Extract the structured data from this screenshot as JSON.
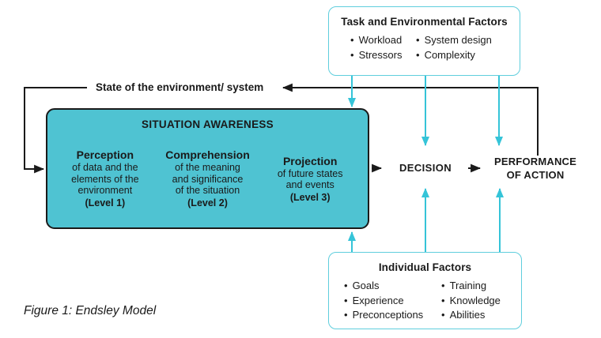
{
  "colors": {
    "bg": "#ffffff",
    "ink": "#1a1a1a",
    "teal_fill": "#4fc3d2",
    "cyan_line": "#35c4d8",
    "box_border": "#5fcedd"
  },
  "task_factors": {
    "title": "Task and Environmental Factors",
    "col1": [
      "Workload",
      "Stressors"
    ],
    "col2": [
      "System design",
      "Complexity"
    ]
  },
  "feedback_label": "State of the environment/ system",
  "situation_awareness": {
    "title": "SITUATION AWARENESS",
    "stages": [
      {
        "name": "Perception",
        "lines": [
          "of data and the",
          "elements of the",
          "environment"
        ],
        "level": "(Level 1)"
      },
      {
        "name": "Comprehension",
        "lines": [
          "of the meaning",
          "and significance",
          "of the situation"
        ],
        "level": "(Level 2)"
      },
      {
        "name": "Projection",
        "lines": [
          "of future states",
          "and events"
        ],
        "level": "(Level 3)"
      }
    ]
  },
  "decision_label": "DECISION",
  "performance_label": "PERFORMANCE OF ACTION",
  "individual_factors": {
    "title": "Individual Factors",
    "col1": [
      "Goals",
      "Experience",
      "Preconceptions"
    ],
    "col2": [
      "Training",
      "Knowledge",
      "Abilities"
    ]
  },
  "figure_caption": "Figure 1: Endsley Model"
}
